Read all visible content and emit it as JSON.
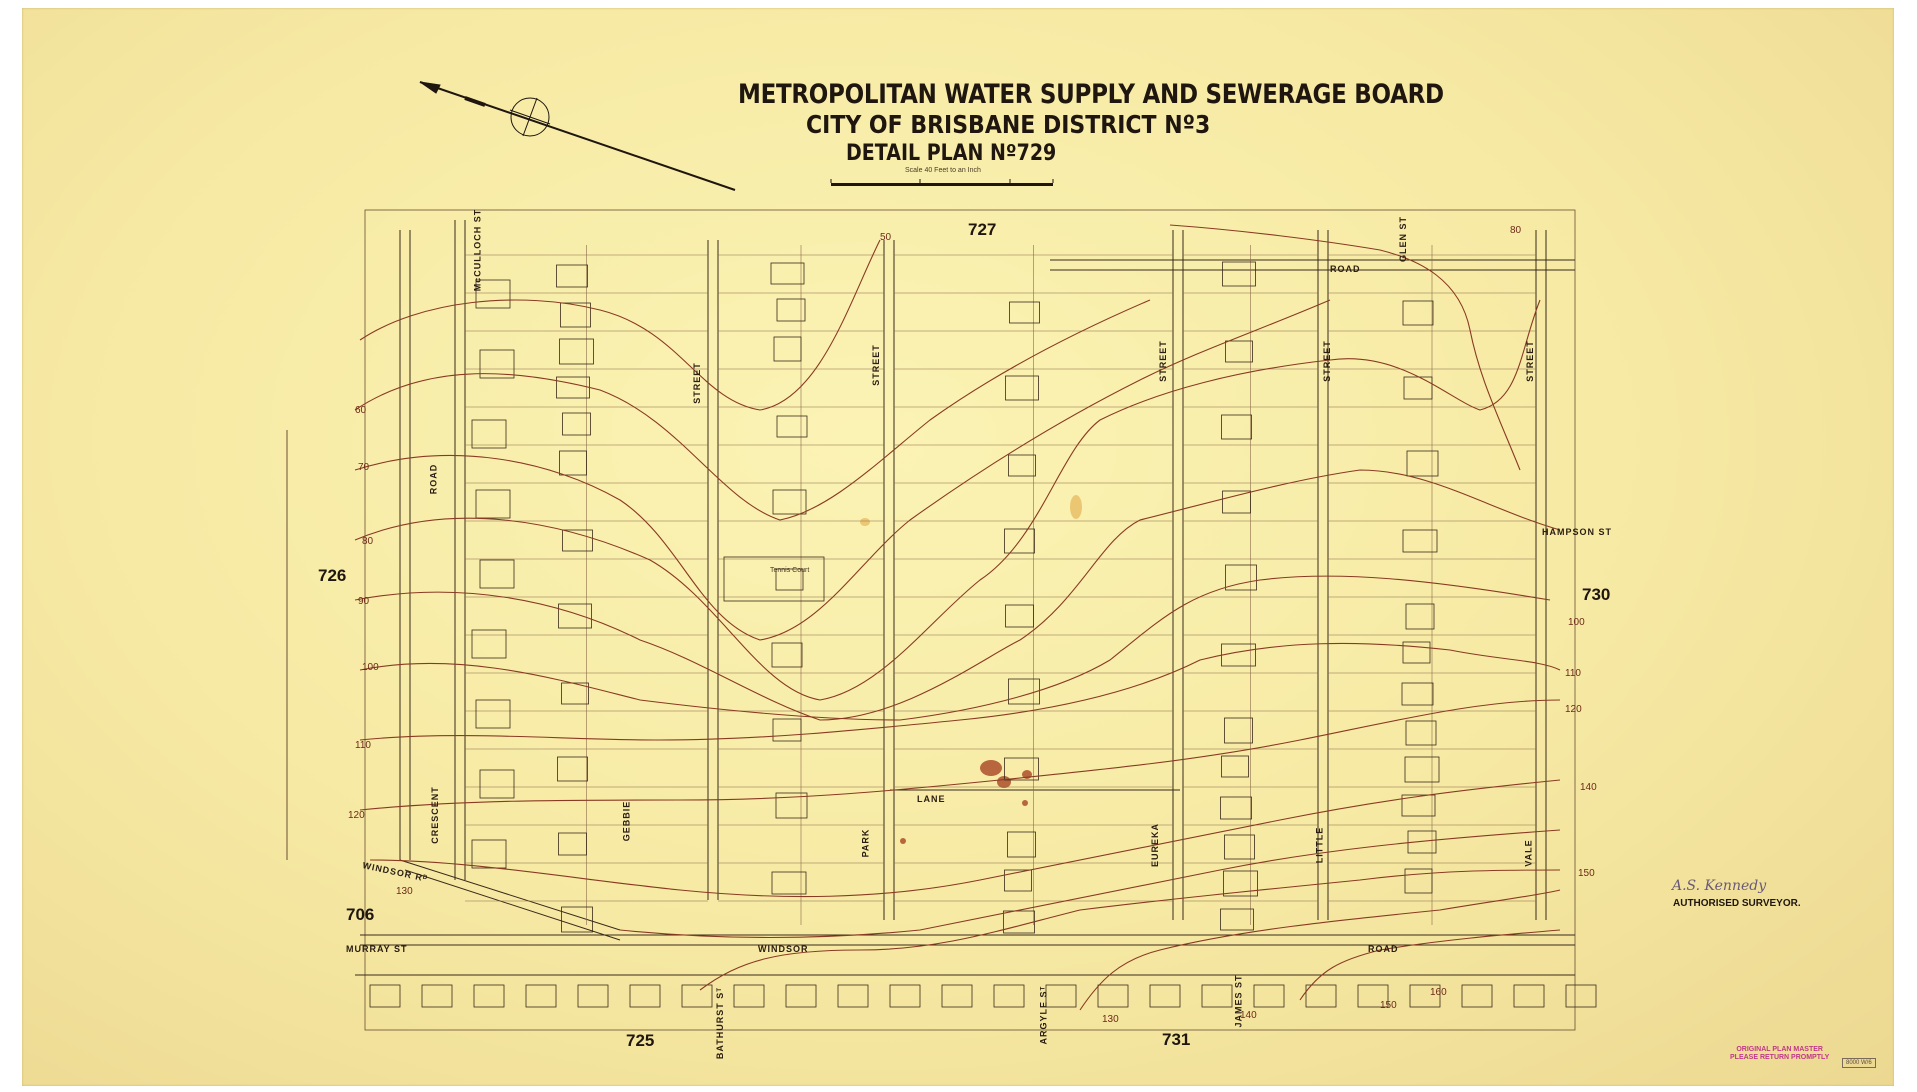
{
  "title": {
    "line1": "METROPOLITAN WATER SUPPLY AND SEWERAGE BOARD",
    "line2": "CITY OF BRISBANE  DISTRICT Nº3",
    "line3": "DETAIL PLAN Nº729",
    "scale": "Scale 40 Feet to an Inch"
  },
  "adjacent_sheets": {
    "north": "727",
    "west": "726",
    "east": "730",
    "south_west": "725",
    "south": "731",
    "far_south_west": "706"
  },
  "streets": {
    "mcculloch": "McCULLOCH ST",
    "glen": "GLEN ST",
    "road_top": "ROAD",
    "gebbie_street": "STREET",
    "park_street": "STREET",
    "eureka_street": "STREET",
    "little_street": "STREET",
    "vale_street": "STREET",
    "road_left": "ROAD",
    "crescent": "CRESCENT",
    "gebbie": "GEBBIE",
    "park": "PARK",
    "lane": "LANE",
    "eureka": "EUREKA",
    "little": "LITTLE",
    "vale": "VALE",
    "hampson": "HAMPSON ST",
    "windsor_rd": "WINDSOR Rᴰ",
    "murray": "MURRAY ST",
    "windsor": "WINDSOR",
    "road_bottom": "ROAD",
    "bathurst": "BATHURST Sᵀ",
    "argyle": "ARGYLE Sᵀ",
    "james": "JAMES ST",
    "tennis_court": "Tennis Court"
  },
  "contours": [
    "50",
    "60",
    "70",
    "80",
    "90",
    "100",
    "110",
    "120",
    "130",
    "140",
    "150",
    "160",
    "80",
    "100",
    "110",
    "120",
    "130",
    "140",
    "150"
  ],
  "surveyor": {
    "signature": "A.S. Kennedy",
    "label": "AUTHORISED SURVEYOR."
  },
  "stamps": {
    "original_master": "ORIGINAL PLAN MASTER",
    "sub": "PLEASE RETURN PROMPTLY",
    "ref": "8000 W/6"
  },
  "colors": {
    "paper": "#f6e9a3",
    "ink": "#1e160f",
    "contour": "#8a3a22",
    "parcel": "#7a5a3a"
  }
}
